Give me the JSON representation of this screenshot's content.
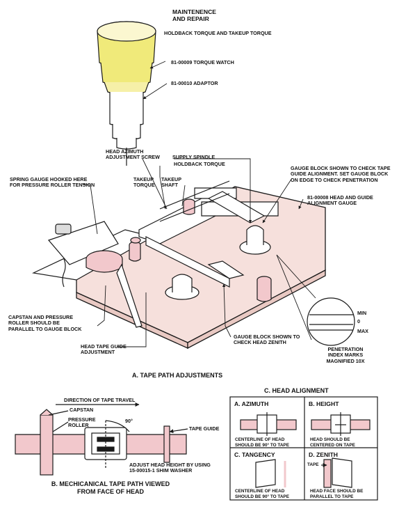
{
  "header": {
    "title": "MAINTENENCE\nAND REPAIR",
    "subtitle": "HOLDBACK TORQUE AND TAKEUP TORQUE"
  },
  "labels": {
    "torque_watch": "81-00009 TORQUE WATCH",
    "adaptor": "81-00010 ADAPTOR",
    "head_azimuth_screw": "HEAD AZIMUTH\nADJUSTMENT SCREW",
    "supply_spindle": "SUPPLY SPINDLE",
    "holdback_torque": "HOLDBACK TORQUE",
    "spring_gauge": "SPRING GAUGE HOOKED HERE\nFOR PRESSURE ROLLER TENSION",
    "takeup_torque": "TAKEUP\nTORQUE",
    "takeup_shaft": "TAKEUP\nSHAFT",
    "gauge_block_alignment": "GAUGE BLOCK SHOWN TO CHECK TAPE\nGUIDE ALIGNMENT. SET GAUGE BLOCK\nON EDGE TO CHECK PENETRATION",
    "alignment_gauge": "81-00008 HEAD AND GUIDE\nALIGNMENT GAUGE",
    "capstan_parallel": "CAPSTAN AND PRESSURE\nROLLER SHOULD BE\nPARALLEL TO GAUGE BLOCK",
    "head_tape_guide": "HEAD TAPE GUIDE\nADJUSTMENT",
    "gauge_block_zenith": "GAUGE BLOCK SHOWN TO\nCHECK HEAD ZENITH",
    "min": "MIN",
    "zero": "0",
    "max": "MAX",
    "penetration": "PENETRATION\nINDEX MARKS\nMAGNIFIED 10X"
  },
  "section_a": {
    "caption": "A. TAPE PATH ADJUSTMENTS"
  },
  "section_b": {
    "direction": "DIRECTION OF TAPE TRAVEL",
    "capstan": "CAPSTAN",
    "pressure_roller": "PRESSURE\nROLLER",
    "angle": "90°",
    "tape_guide": "TAPE GUIDE",
    "adjust_height": "ADJUST HEAD HEIGHT BY USING\n15-00015-1 SHIM WASHER",
    "caption": "B. MECHICANICAL TAPE PATH VIEWED\nFROM FACE OF HEAD"
  },
  "section_c": {
    "title": "C. HEAD ALIGNMENT",
    "panels": [
      {
        "title": "A. AZIMUTH",
        "note": "CENTERLINE OF HEAD\nSHOULD BE 90° TO TAPE"
      },
      {
        "title": "B. HEIGHT",
        "note": "HEAD SHOULD BE\nCENTERED ON TAPE"
      },
      {
        "title": "C. TANGENCY",
        "note": "CENTERLINE OF HEAD\nSHOULD BE 90° TO TAPE"
      },
      {
        "title": "D. ZENITH",
        "note": "HEAD FACE SHOULD BE\nPARALLEL TO TAPE",
        "tape_label": "TAPE"
      }
    ]
  },
  "colors": {
    "plate": "#f6e0dc",
    "watch_yellow": "#f0ea7a",
    "pink_part": "#f2c8cc",
    "line": "#1a1a1a"
  }
}
